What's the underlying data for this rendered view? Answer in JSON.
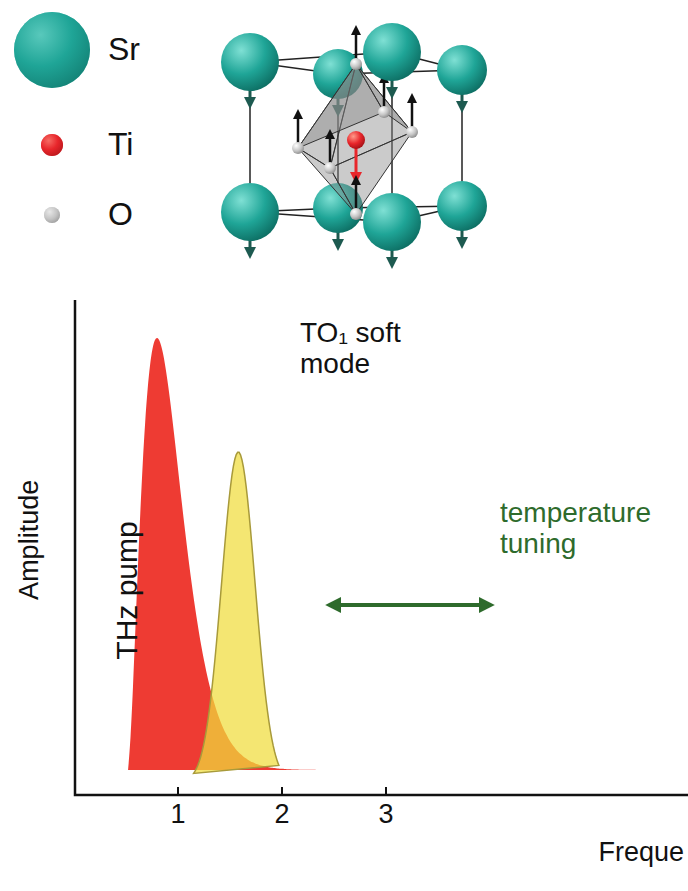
{
  "diagram": {
    "labels": [
      "Amplitude",
      "THz pump",
      "TO₁ soft mode",
      "temperature tuning",
      "1",
      "2",
      "3",
      "Freque"
    ],
    "legend": [
      {
        "text": "Sr",
        "color": "#1fa597"
      },
      {
        "text": "Ti",
        "color": "#e8262b"
      },
      {
        "text": "O",
        "color": "#c4c4c4"
      }
    ]
  }
}
